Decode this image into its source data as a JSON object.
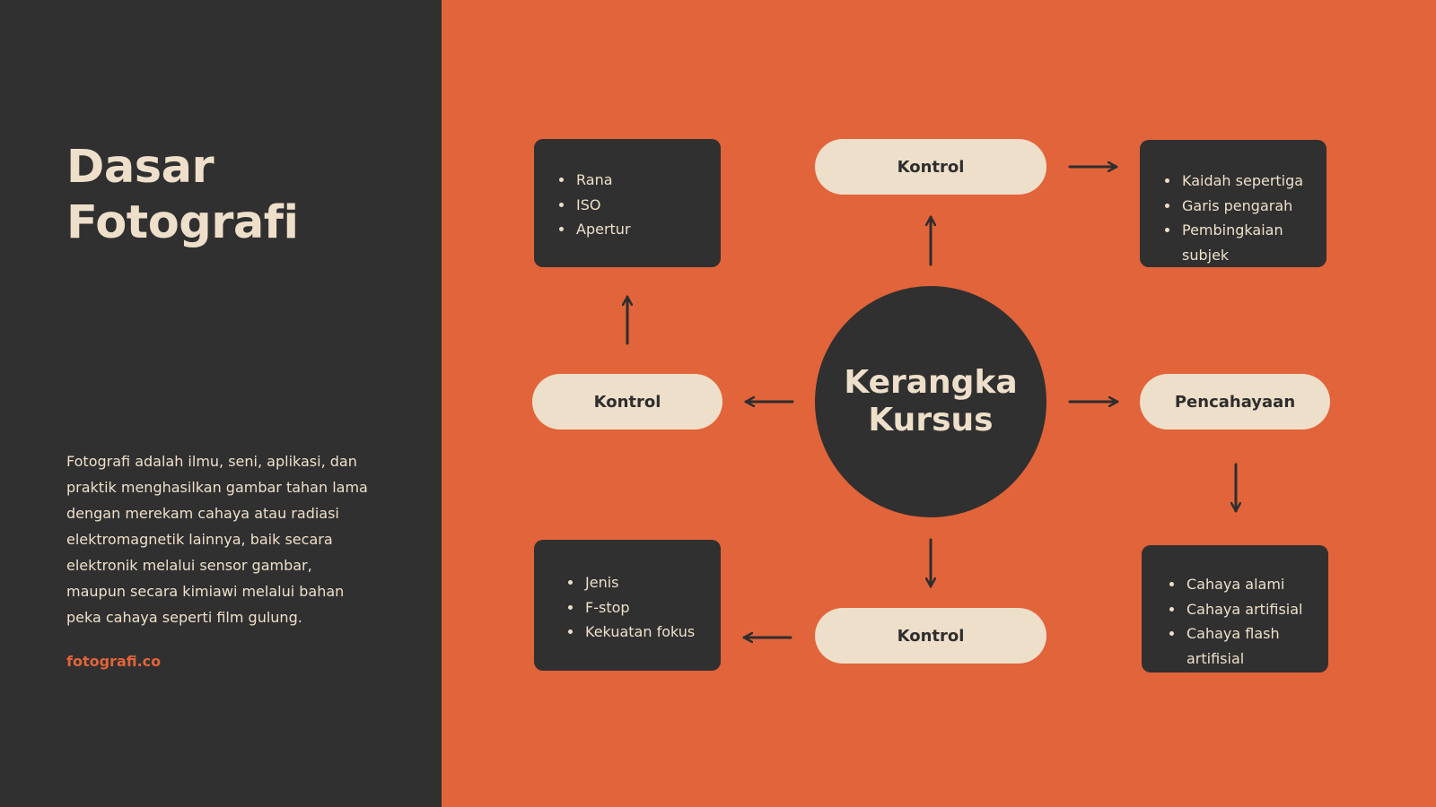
{
  "sidebar": {
    "title_lines": [
      "Dasar",
      "Fotografi"
    ],
    "description": "Fotografi adalah ilmu, seni, aplikasi, dan praktik menghasilkan gambar tahan lama dengan merekam cahaya atau radiasi elektromagnetik lainnya, baik secara elektronik melalui sensor gambar, maupun secara kimiawi melalui bahan peka cahaya seperti film gulung.",
    "link": "fotografi.co"
  },
  "diagram": {
    "center_lines": [
      "Kerangka",
      "Kursus"
    ],
    "nodes": {
      "top": "Kontrol",
      "left": "Kontrol",
      "right": "Pencahayaan",
      "bottom": "Kontrol"
    },
    "boxes": {
      "top_left": [
        "Rana",
        "ISO",
        "Apertur"
      ],
      "top_right": [
        "Kaidah sepertiga",
        "Garis pengarah",
        "Pembingkaian subjek"
      ],
      "bottom_left": [
        "Jenis",
        "F-stop",
        "Kekuatan fokus"
      ],
      "bottom_right": [
        "Cahaya alami",
        "Cahaya artifisial",
        "Cahaya flash artifisial"
      ]
    }
  },
  "colors": {
    "dark": "#303030",
    "accent": "#E2643A",
    "cream": "#EEDFCA"
  }
}
